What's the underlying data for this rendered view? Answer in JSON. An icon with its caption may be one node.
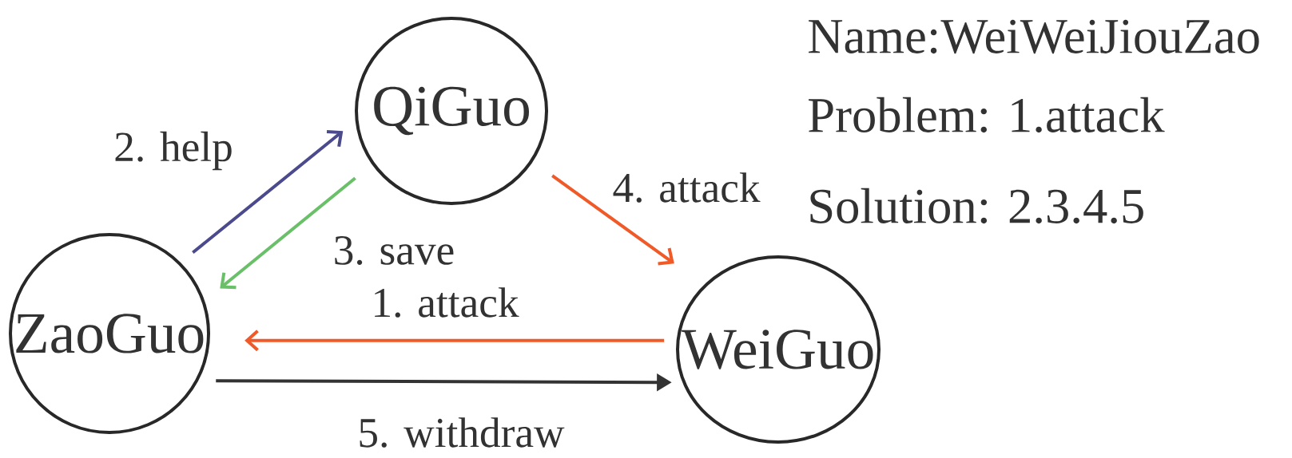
{
  "diagram": {
    "nodes": [
      {
        "text": [
          "QiGuo"
        ]
      },
      {
        "text": [
          "ZaoGuo"
        ]
      },
      {
        "text": [
          "WeiGuo"
        ]
      }
    ],
    "edges": [
      {
        "from": 2,
        "to": 1,
        "arrow": "to",
        "label": "1. attack",
        "color": "#f05a28"
      },
      {
        "from": 1,
        "to": 0,
        "arrow": "to",
        "label": "2. help",
        "color": "#4b4a8c"
      },
      {
        "from": 0,
        "to": 1,
        "arrow": "to",
        "label": "3. save",
        "color": "#6abf69"
      },
      {
        "from": 0,
        "to": 2,
        "arrow": "to",
        "label": "4. attack",
        "color": "#f05a28"
      },
      {
        "from": 1,
        "to": 2,
        "arrow": "to",
        "label": "5. withdraw",
        "color": "#333333"
      }
    ],
    "labels": [
      "Name:WeiWeiJiouZao",
      "Problem: 1.attack",
      "Solution: 2.3.4.5"
    ]
  }
}
